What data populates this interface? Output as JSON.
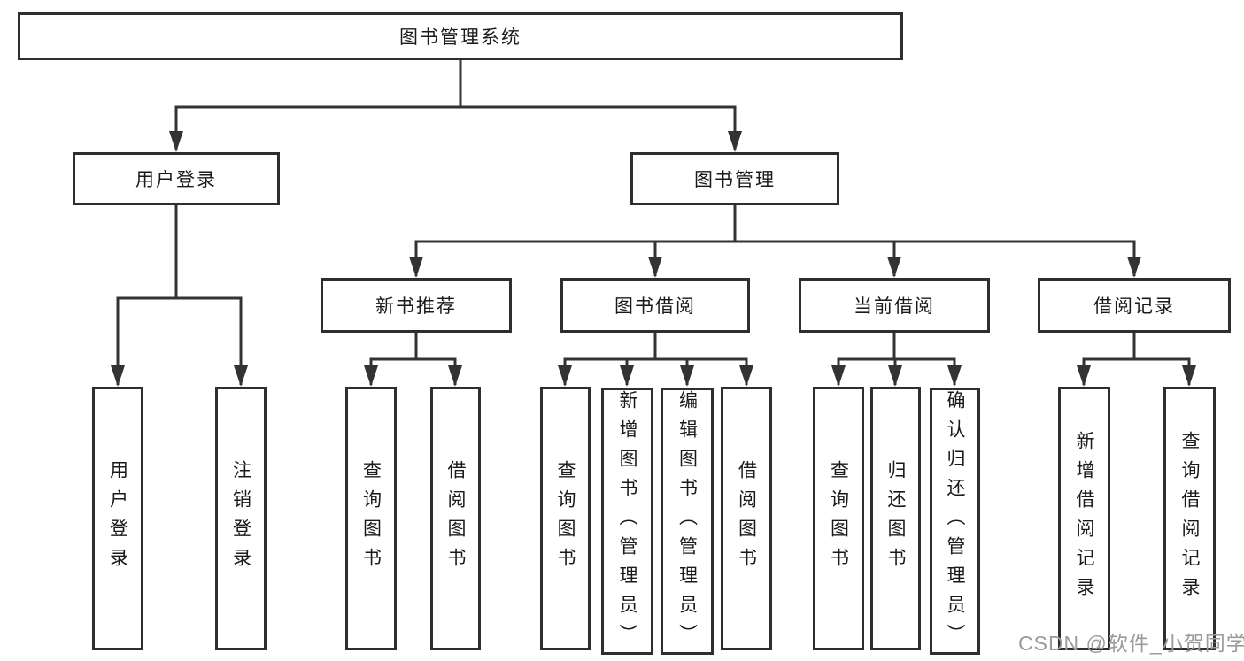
{
  "diagram": {
    "root": {
      "label": "图书管理系统"
    },
    "branches": [
      {
        "label": "用户登录",
        "children": [
          {
            "label": "用户登录"
          },
          {
            "label": "注销登录"
          }
        ]
      },
      {
        "label": "图书管理",
        "children": [
          {
            "label": "新书推荐",
            "children": [
              {
                "label": "查询图书"
              },
              {
                "label": "借阅图书"
              }
            ]
          },
          {
            "label": "图书借阅",
            "children": [
              {
                "label": "查询图书"
              },
              {
                "label": "新增图书（管理员）"
              },
              {
                "label": "编辑图书（管理员）"
              },
              {
                "label": "借阅图书"
              }
            ]
          },
          {
            "label": "当前借阅",
            "children": [
              {
                "label": "查询图书"
              },
              {
                "label": "归还图书"
              },
              {
                "label": "确认归还（管理员）"
              }
            ]
          },
          {
            "label": "借阅记录",
            "children": [
              {
                "label": "新增借阅记录"
              },
              {
                "label": "查询借阅记录"
              }
            ]
          }
        ]
      }
    ]
  },
  "watermark": {
    "text": "CSDN @软件_小贺同学"
  },
  "colors": {
    "line": "#333333",
    "box_border": "#2e2e2e",
    "text": "#1a1a1a",
    "watermark": "#9b9b9b",
    "background": "#ffffff"
  }
}
